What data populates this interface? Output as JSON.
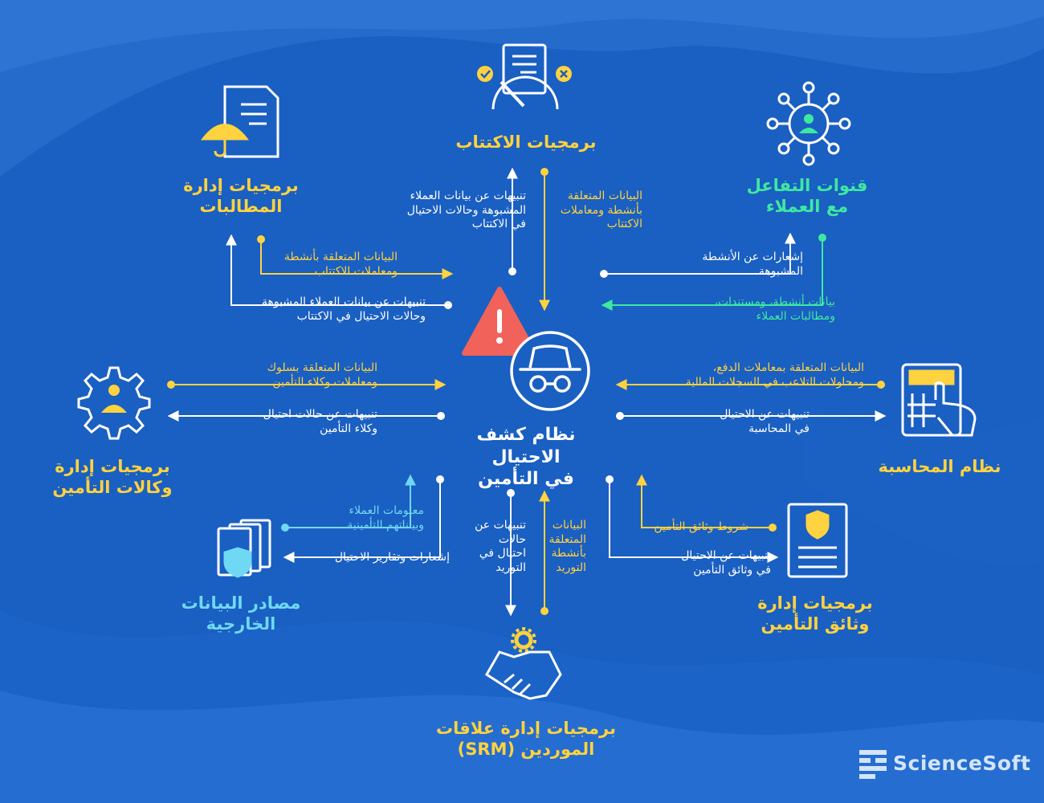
{
  "center": {
    "title": "نظام كشف الاحتيال\nفي التأمين"
  },
  "nodes": {
    "underwriting": "برمجيات الاكتتاب",
    "claims": "برمجيات إدارة\nالمطالبات",
    "engagement": "قنوات التفاعل\nمع العملاء",
    "agency": "برمجيات إدارة\nوكالات التأمين",
    "accounting": "نظام المحاسبة",
    "external": "مصادر البيانات\nالخارجية",
    "policy": "برمجيات إدارة\nوثائق التأمين",
    "srm": "برمجيات إدارة علاقات\nالموردين (SRM)"
  },
  "flows": {
    "uw_alerts": "تنبيهات عن بيانات العملاء\nالمشبوهة وحالات الاحتيال\nفي الاكتتاب",
    "uw_data": "البيانات المتعلقة\nبأنشطة ومعاملات\nالاكتتاب",
    "claims_data": "البيانات المتعلقة بأنشطة\nومعاملات الاكتتاب",
    "claims_alerts": "تنبيهات عن بيانات العملاء المشبوهة\nوحالات الاحتيال في الاكتتاب",
    "eng_alerts": "إشعارات عن الأنشطة\nالمشبوهة",
    "eng_data": "بيانات أنشطة، ومستندات،\nومطالبات العملاء",
    "agency_data": "البيانات المتعلقة بسلوك\nومعاملات وكلاء التأمين",
    "agency_alerts": "تنبيهات عن حالات احتيال\nوكلاء التأمين",
    "acc_data": "البيانات المتعلقة بمعاملات الدفع،\nومحاولات التلاعب في السجلات المالية",
    "acc_alerts": "تنبيهات عن الاحتيال\nفي المحاسبة",
    "ext_data": "معلومات العملاء\nوبياناتهم التأمينية",
    "ext_alerts": "إشعارات وتقارير الاحتيال",
    "srm_alerts": "تنبيهات عن\nحالات\nاحتيال في\nالتوريد",
    "srm_data": "البيانات\nالمتعلقة\nبأنشطة\nالتوريد",
    "policy_data": "شروط وثائق التأمين",
    "policy_alerts": "تنبيهات عن الاحتيال\nفي وثائق التأمين"
  },
  "brand": {
    "logo_text": "ScienceSoft"
  },
  "colors": {
    "background": "#1a5fc2",
    "accent_yellow": "#ffd23f",
    "accent_green": "#3ee8a0",
    "accent_cyan": "#6fd8f5",
    "warning_red": "#f0625a"
  },
  "icons": {
    "center": [
      "warning-triangle-icon",
      "spy-icon"
    ],
    "underwriting": "gauge-document-icon",
    "claims": "document-umbrella-icon",
    "engagement": "customer-network-icon",
    "agency": "gear-agent-icon",
    "accounting": "calculator-hand-icon",
    "external": "folders-shield-icon",
    "policy": "policy-document-icon",
    "srm": "handshake-gear-icon"
  }
}
